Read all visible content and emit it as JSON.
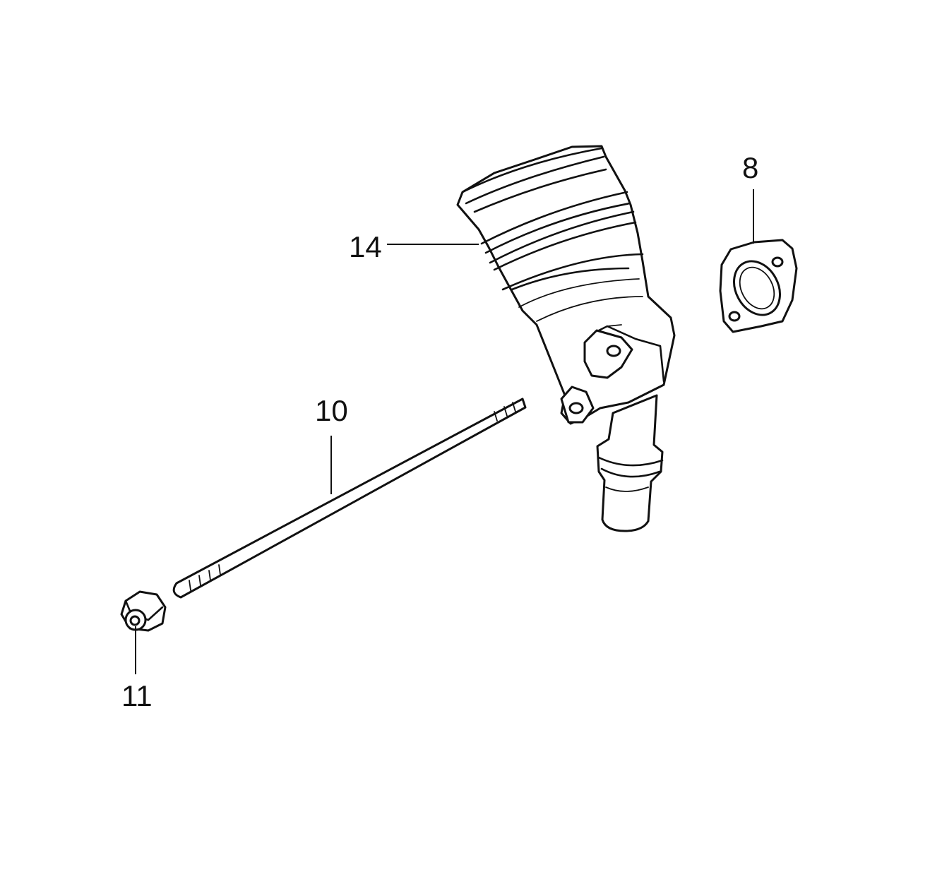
{
  "callouts": {
    "c8": "8",
    "c10": "10",
    "c11": "11",
    "c14": "14"
  },
  "colors": {
    "ink": "#111111",
    "background": "#ffffff"
  }
}
